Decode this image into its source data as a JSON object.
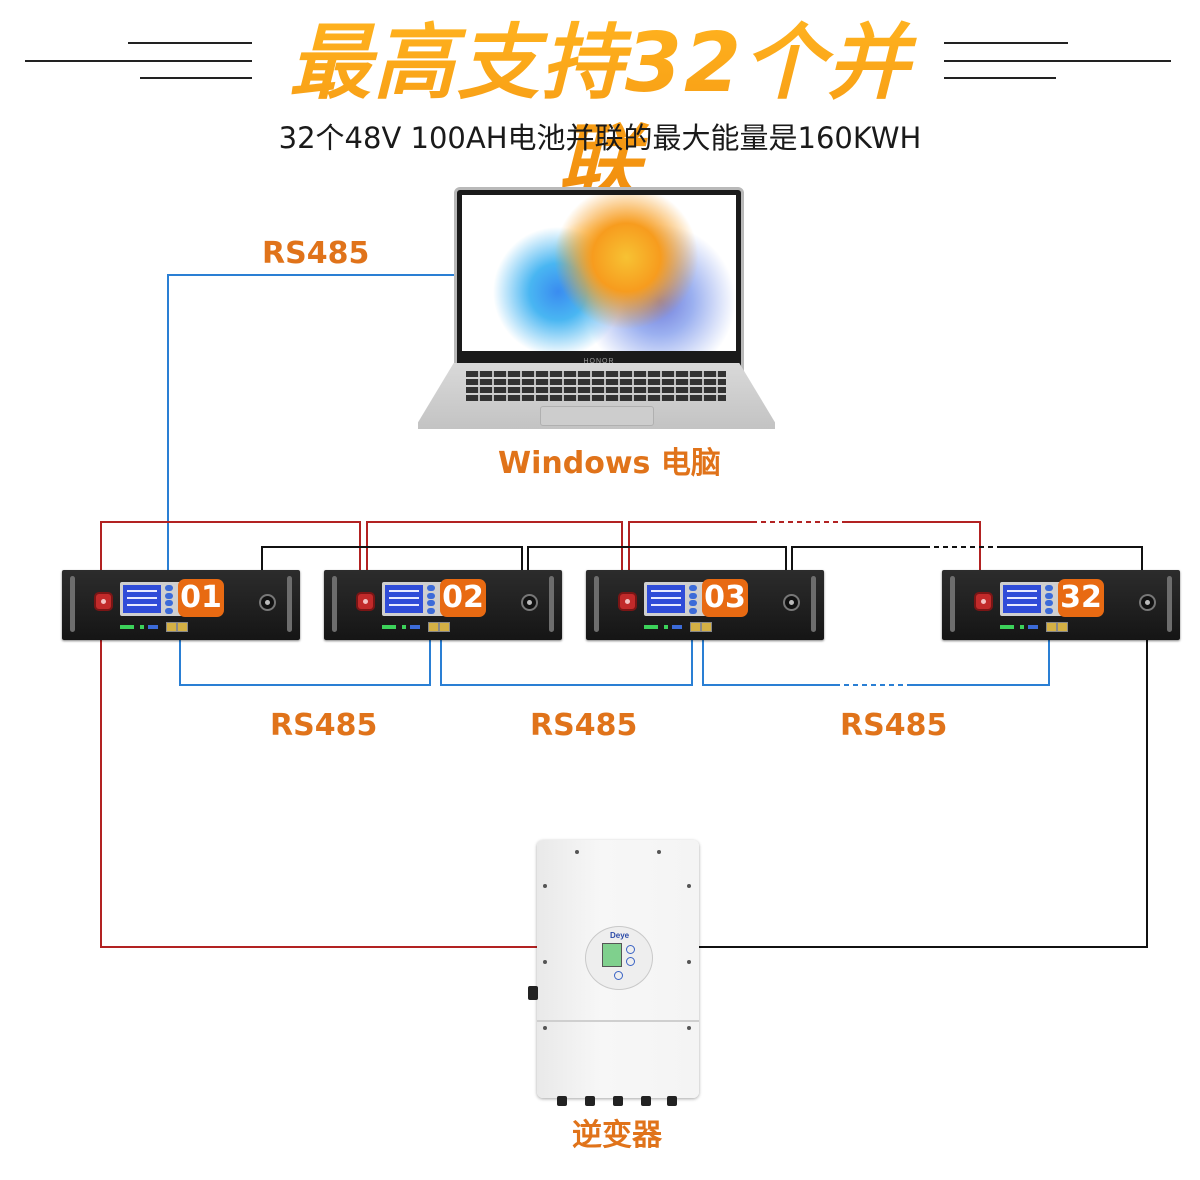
{
  "header": {
    "title": "最高支持32个并联",
    "subtitle": "32个48V 100AH电池并联的最大能量是160KWH"
  },
  "computer": {
    "link_label": "RS485",
    "label": "Windows 电脑",
    "brand": "HONOR"
  },
  "batteries": [
    {
      "id": "01"
    },
    {
      "id": "02"
    },
    {
      "id": "03"
    },
    {
      "id": "32"
    }
  ],
  "links": {
    "rs485_labels": [
      "RS485",
      "RS485",
      "RS485"
    ]
  },
  "inverter": {
    "label": "逆变器",
    "brand": "Deye"
  },
  "colors": {
    "label_orange": "#e0731a",
    "badge_orange": "#e86a12",
    "positive_wire": "#b22222",
    "negative_wire": "#111111",
    "rs485_wire": "#2a7fd4"
  }
}
